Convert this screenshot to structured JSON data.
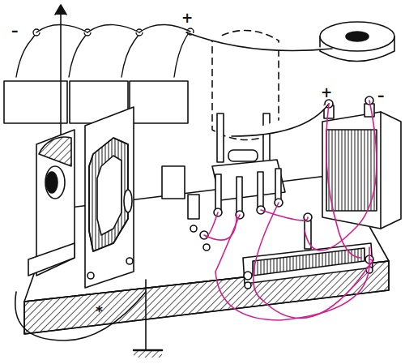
{
  "diagram": {
    "labels": [
      "–",
      "+",
      "+",
      "–",
      "*"
    ]
  }
}
